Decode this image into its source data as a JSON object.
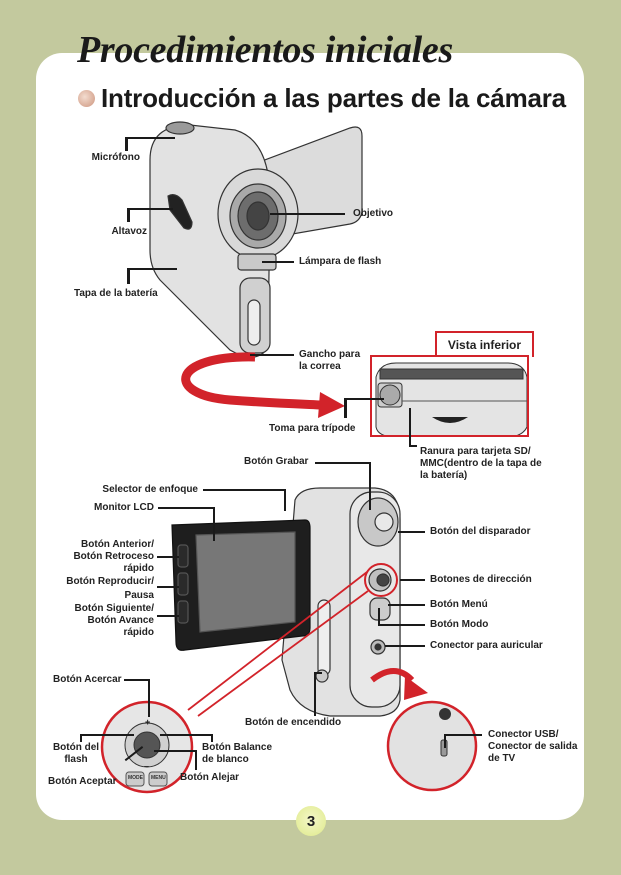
{
  "page": {
    "title": "Procedimientos iniciales",
    "section_title": "Introducción a las partes de la cámara",
    "page_number": "3",
    "colors": {
      "background": "#c3c99e",
      "panel": "#ffffff",
      "accent_red": "#d2232a",
      "badge": "#e4ed9a"
    }
  },
  "top_view": {
    "labels": {
      "microphone": "Micrófono",
      "speaker": "Altavoz",
      "battery_cover": "Tapa de la batería",
      "lens": "Objetivo",
      "flash_lamp": "Lámpara de flash",
      "strap_hook": "Gancho para\nla correa",
      "tripod_socket": "Toma para trípode",
      "card_slot": "Ranura para tarjeta SD/\nMMC(dentro de la tapa de\nla batería)"
    },
    "bottom_view_title": "Vista inferior"
  },
  "side_view": {
    "labels": {
      "record_button": "Botón Grabar",
      "focus_selector": "Selector de enfoque",
      "lcd_monitor": "Monitor LCD",
      "prev_button": "Botón Anterior/\nBotón Retroceso\nrápido",
      "play_button": "Botón Reproducir/\nPausa",
      "next_button": "Botón Siguiente/\nBotón Avance\nrápido",
      "shutter_button": "Botón del disparador",
      "direction_buttons": "Botones de dirección",
      "menu_button": "Botón Menú",
      "mode_button": "Botón Modo",
      "headphone_jack": "Conector para auricular",
      "power_button": "Botón de encendido",
      "usb_tv_connector": "Conector USB/\nConector de salida\nde TV"
    }
  },
  "detail_view": {
    "labels": {
      "zoom_in": "Botón Acercar",
      "flash_button": "Botón del\nflash",
      "ok_button": "Botón Aceptar",
      "white_balance": "Botón Balance\nde blanco",
      "zoom_out": "Botón Alejar"
    },
    "key_labels": {
      "mode": "MODE",
      "menu": "MENU"
    }
  }
}
